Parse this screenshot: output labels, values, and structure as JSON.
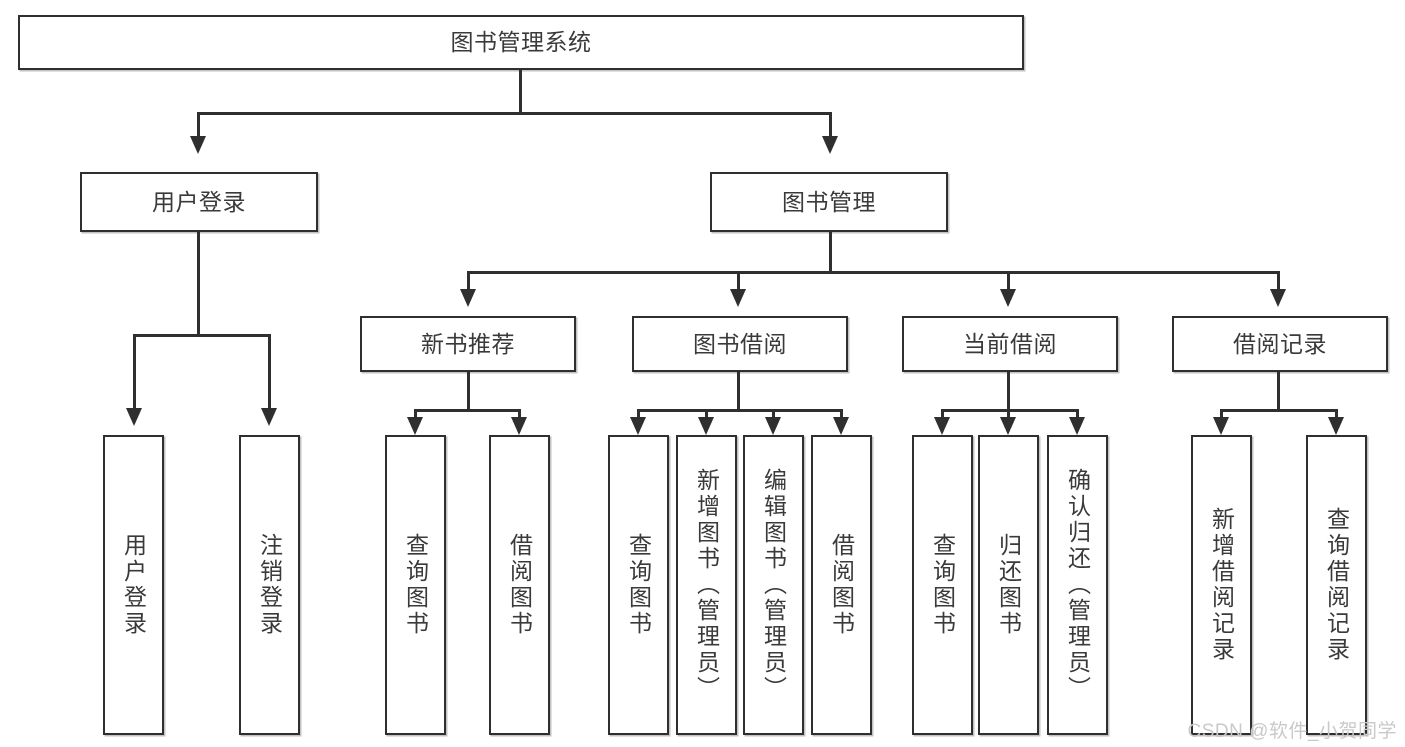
{
  "diagram": {
    "type": "tree",
    "title": "图书管理系统",
    "watermark": "CSDN @软件_小贺同学",
    "root": {
      "label": "图书管理系统"
    },
    "level2": [
      {
        "label": "用户登录"
      },
      {
        "label": "图书管理"
      }
    ],
    "level3": [
      {
        "label": "新书推荐"
      },
      {
        "label": "图书借阅"
      },
      {
        "label": "当前借阅"
      },
      {
        "label": "借阅记录"
      }
    ],
    "leaves": {
      "user_login": [
        {
          "label": "用户登录"
        },
        {
          "label": "注销登录"
        }
      ],
      "new_book_recommend": [
        {
          "label": "查询图书"
        },
        {
          "label": "借阅图书"
        }
      ],
      "book_borrow": [
        {
          "label": "查询图书"
        },
        {
          "label": "新增图书（管理员）"
        },
        {
          "label": "编辑图书（管理员）"
        },
        {
          "label": "借阅图书"
        }
      ],
      "current_borrow": [
        {
          "label": "查询图书"
        },
        {
          "label": "归还图书"
        },
        {
          "label": "确认归还（管理员）"
        }
      ],
      "borrow_record": [
        {
          "label": "新增借阅记录"
        },
        {
          "label": "查询借阅记录"
        }
      ]
    },
    "colors": {
      "stroke": "#2f2f2f",
      "text": "#3a3a3a",
      "background": "#ffffff",
      "watermark": "#c9c9c9"
    }
  }
}
